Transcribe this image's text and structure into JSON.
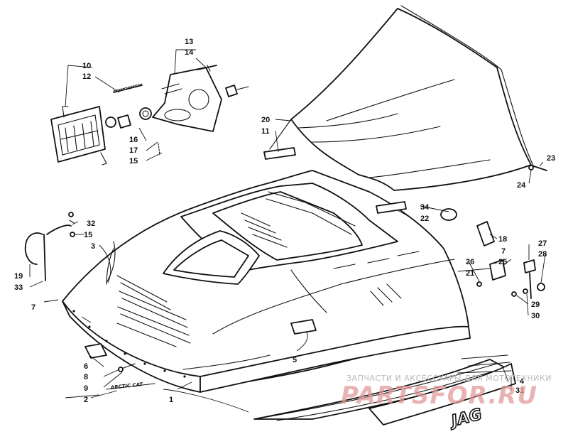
{
  "diagram": {
    "callouts": [
      "1",
      "2",
      "3",
      "5",
      "6",
      "7",
      "7",
      "8",
      "9",
      "10",
      "12",
      "13",
      "14",
      "15",
      "15",
      "16",
      "17",
      "18",
      "19",
      "20",
      "11",
      "21",
      "22",
      "23",
      "24",
      "25",
      "26",
      "27",
      "28",
      "29",
      "30",
      "31",
      "32",
      "33",
      "34",
      "4"
    ],
    "decal_text": "JAG",
    "small_decal_text": "ARCTIC CAT"
  },
  "watermark": {
    "line1": "ЗАПЧАСТИ И АКСЕССУАРЫ ДЛЯ МОТОТЕХНИКИ",
    "line2": "PARTSFOR.RU"
  }
}
